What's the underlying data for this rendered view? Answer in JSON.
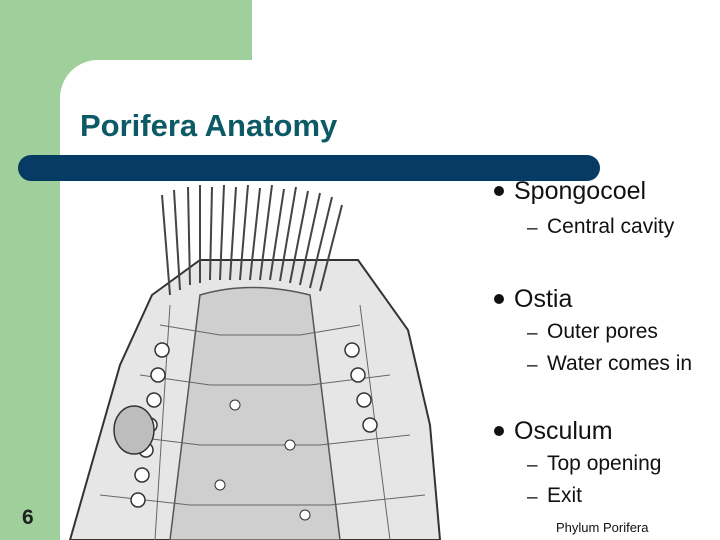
{
  "slide": {
    "title": "Porifera Anatomy",
    "number": "6",
    "footer": "Phylum Porifera"
  },
  "bullets": [
    {
      "label": "Spongocoel",
      "subitems": [
        "Central cavity"
      ]
    },
    {
      "label": "Ostia",
      "subitems": [
        "Outer pores",
        "Water comes in"
      ]
    },
    {
      "label": "Osculum",
      "subitems": [
        "Top opening",
        "Exit"
      ]
    }
  ],
  "dash_symbol": "–",
  "illustration": {
    "name": "sponge-cross-section-illustration"
  },
  "colors": {
    "green_accent": "#9fcf9a",
    "title_color": "#0c5a66",
    "title_bar": "#063b66"
  }
}
